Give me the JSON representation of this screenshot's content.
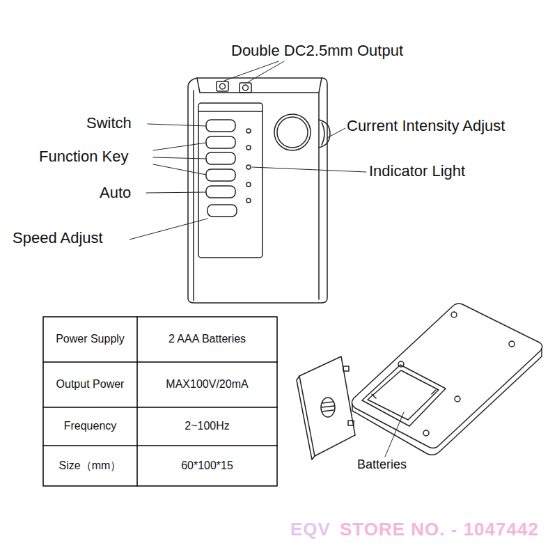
{
  "diagram": {
    "labels": [
      "Double DC2.5mm Output",
      "Switch",
      "Function Key",
      "Auto",
      "Speed Adjust",
      "Current Intensity Adjust",
      "Indicator Light",
      "Power Supply",
      "2 AAA Batteries",
      "Output Power",
      "MAX100V/20mA",
      "Frequency",
      "2~100Hz",
      "Size（mm）",
      "60*100*15",
      "Batteries",
      "EQV",
      "STORE NO. - 1047442"
    ]
  }
}
